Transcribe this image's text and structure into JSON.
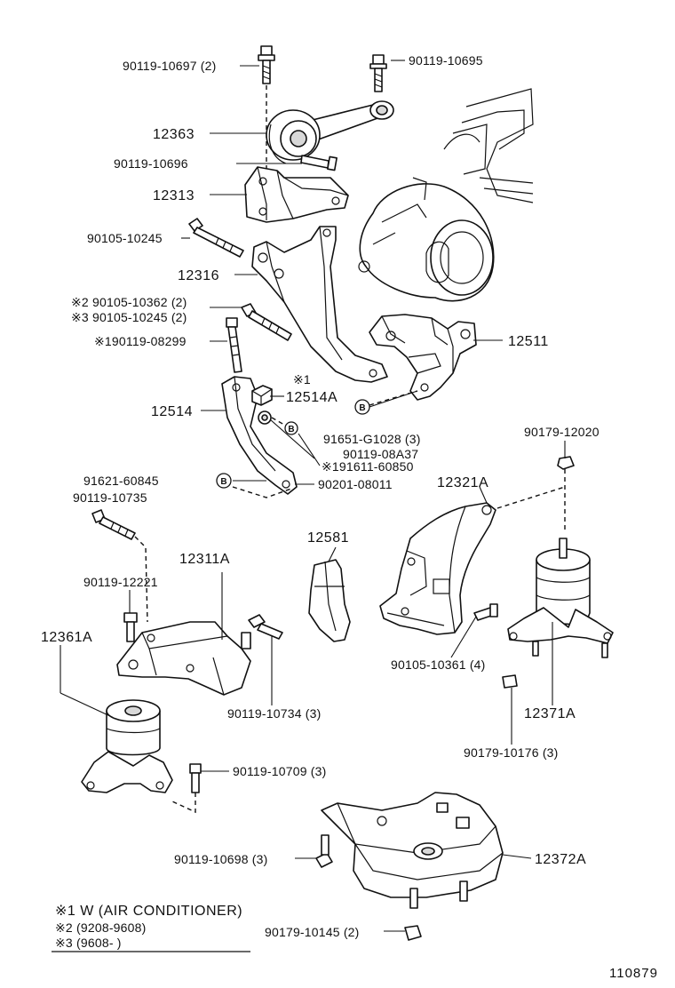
{
  "labels": {
    "p_90119_10697": "90119-10697 (2)",
    "p_90119_10695": "90119-10695",
    "p_12363": "12363",
    "p_90119_10696": "90119-10696",
    "p_12313": "12313",
    "p_90105_10245": "90105-10245",
    "p_12316": "12316",
    "p_90105_10362": "※2 90105-10362 (2)",
    "p_90105_10245b": "※3 90105-10245 (2)",
    "p_90119_08299": "※190119-08299",
    "p_12511": "12511",
    "p_note1": "※1",
    "p_12514A": "12514A",
    "p_12514": "12514",
    "p_91651": "91651-G1028 (3)",
    "p_90119_08A37": "90119-08A37",
    "p_91611": "※191611-60850",
    "p_91621": "91621-60845",
    "p_90201": "90201-08011",
    "p_90179_12020": "90179-12020",
    "p_12321A": "12321A",
    "p_90119_10735": "90119-10735",
    "p_12581": "12581",
    "p_12311A": "12311A",
    "p_90119_12221": "90119-12221",
    "p_12361A": "12361A",
    "p_90105_10361": "90105-10361 (4)",
    "p_90119_10734": "90119-10734 (3)",
    "p_12371A": "12371A",
    "p_90179_10176": "90179-10176 (3)",
    "p_90119_10709": "90119-10709 (3)",
    "p_90119_10698": "90119-10698 (3)",
    "p_12372A": "12372A",
    "p_90179_10145": "90179-10145 (2)",
    "b_marker": "B"
  },
  "legend": {
    "line1": "※1 W (AIR CONDITIONER)",
    "line2": "※2 (9208-9608)",
    "line3": "※3 (9608-        )"
  },
  "figure_number": "110879"
}
